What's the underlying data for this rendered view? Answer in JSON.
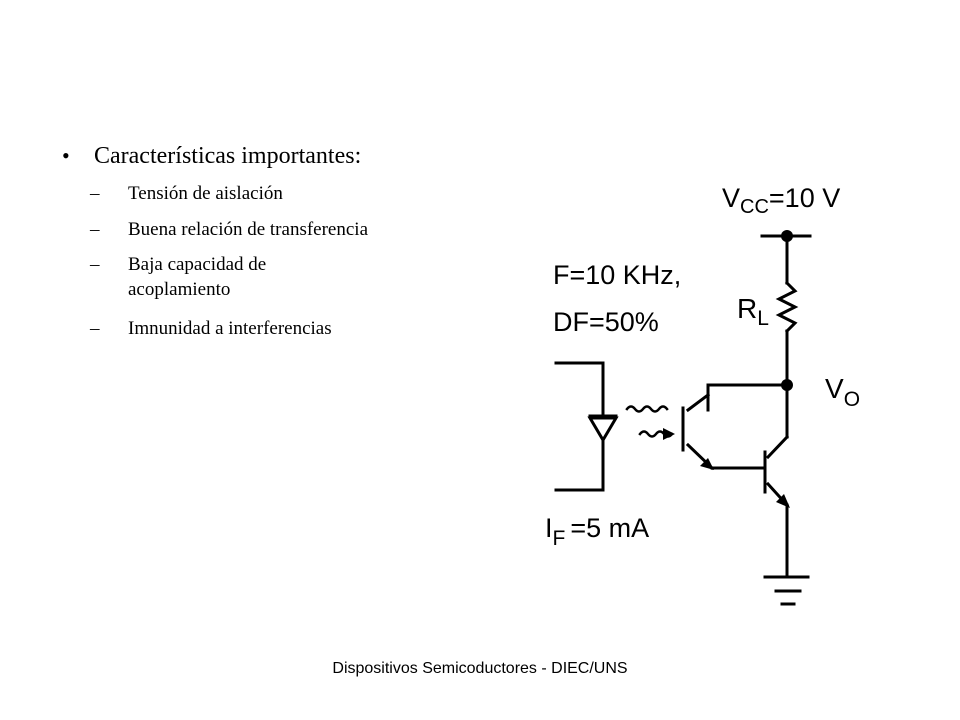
{
  "slide": {
    "bullet": "Características importantes:",
    "subitems": [
      "Tensión de aislación",
      "Buena relación de transferencia",
      "Baja capacidad de acoplamiento",
      "Imnunidad a interferencias"
    ],
    "footer": "Dispositivos Semicoductores - DIEC/UNS"
  },
  "circuit": {
    "vcc_main": "V",
    "vcc_sub": "CC",
    "vcc_value": "=10 V",
    "freq": "F=10 KHz,",
    "duty": "DF=50%",
    "rl_main": "R",
    "rl_sub": "L",
    "vo_main": "V",
    "vo_sub": "O",
    "if_main": "I",
    "if_sub": "F",
    "if_value": "=5 mA"
  }
}
